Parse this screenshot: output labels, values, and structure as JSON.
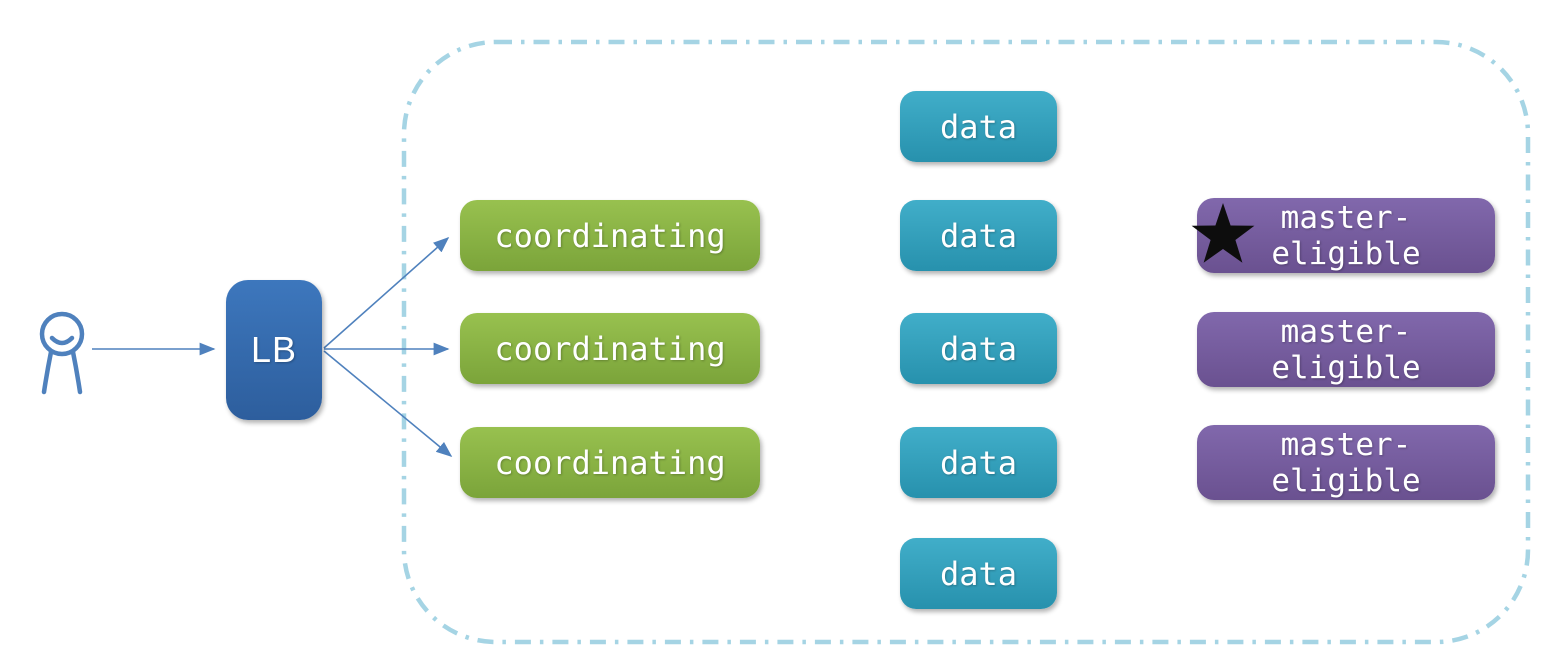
{
  "diagram_type": "cluster-architecture",
  "client": {
    "icon": "person-icon"
  },
  "lb": {
    "label": "LB"
  },
  "cluster": {
    "coordinating_nodes": [
      "coordinating",
      "coordinating",
      "coordinating"
    ],
    "data_nodes": [
      "data",
      "data",
      "data",
      "data",
      "data"
    ],
    "master_nodes": [
      {
        "line1": "master-",
        "line2": "eligible",
        "starred": true
      },
      {
        "line1": "master-",
        "line2": "eligible",
        "starred": false
      },
      {
        "line1": "master-",
        "line2": "eligible",
        "starred": false
      }
    ]
  },
  "icons": {
    "person": "stick-figure-user",
    "star": "★"
  },
  "colors": {
    "lb_top": "#3d77bd",
    "lb_bottom": "#2d5e9d",
    "coordinating_top": "#98c14f",
    "coordinating_bottom": "#7ba43a",
    "data_top": "#41aec9",
    "data_bottom": "#2791ad",
    "master_top": "#8168ac",
    "master_bottom": "#6a5190",
    "cluster_border": "#a5d4e4",
    "arrow": "#4f81bd",
    "star": "#0d0d0d",
    "label_text": "#ffffff"
  }
}
